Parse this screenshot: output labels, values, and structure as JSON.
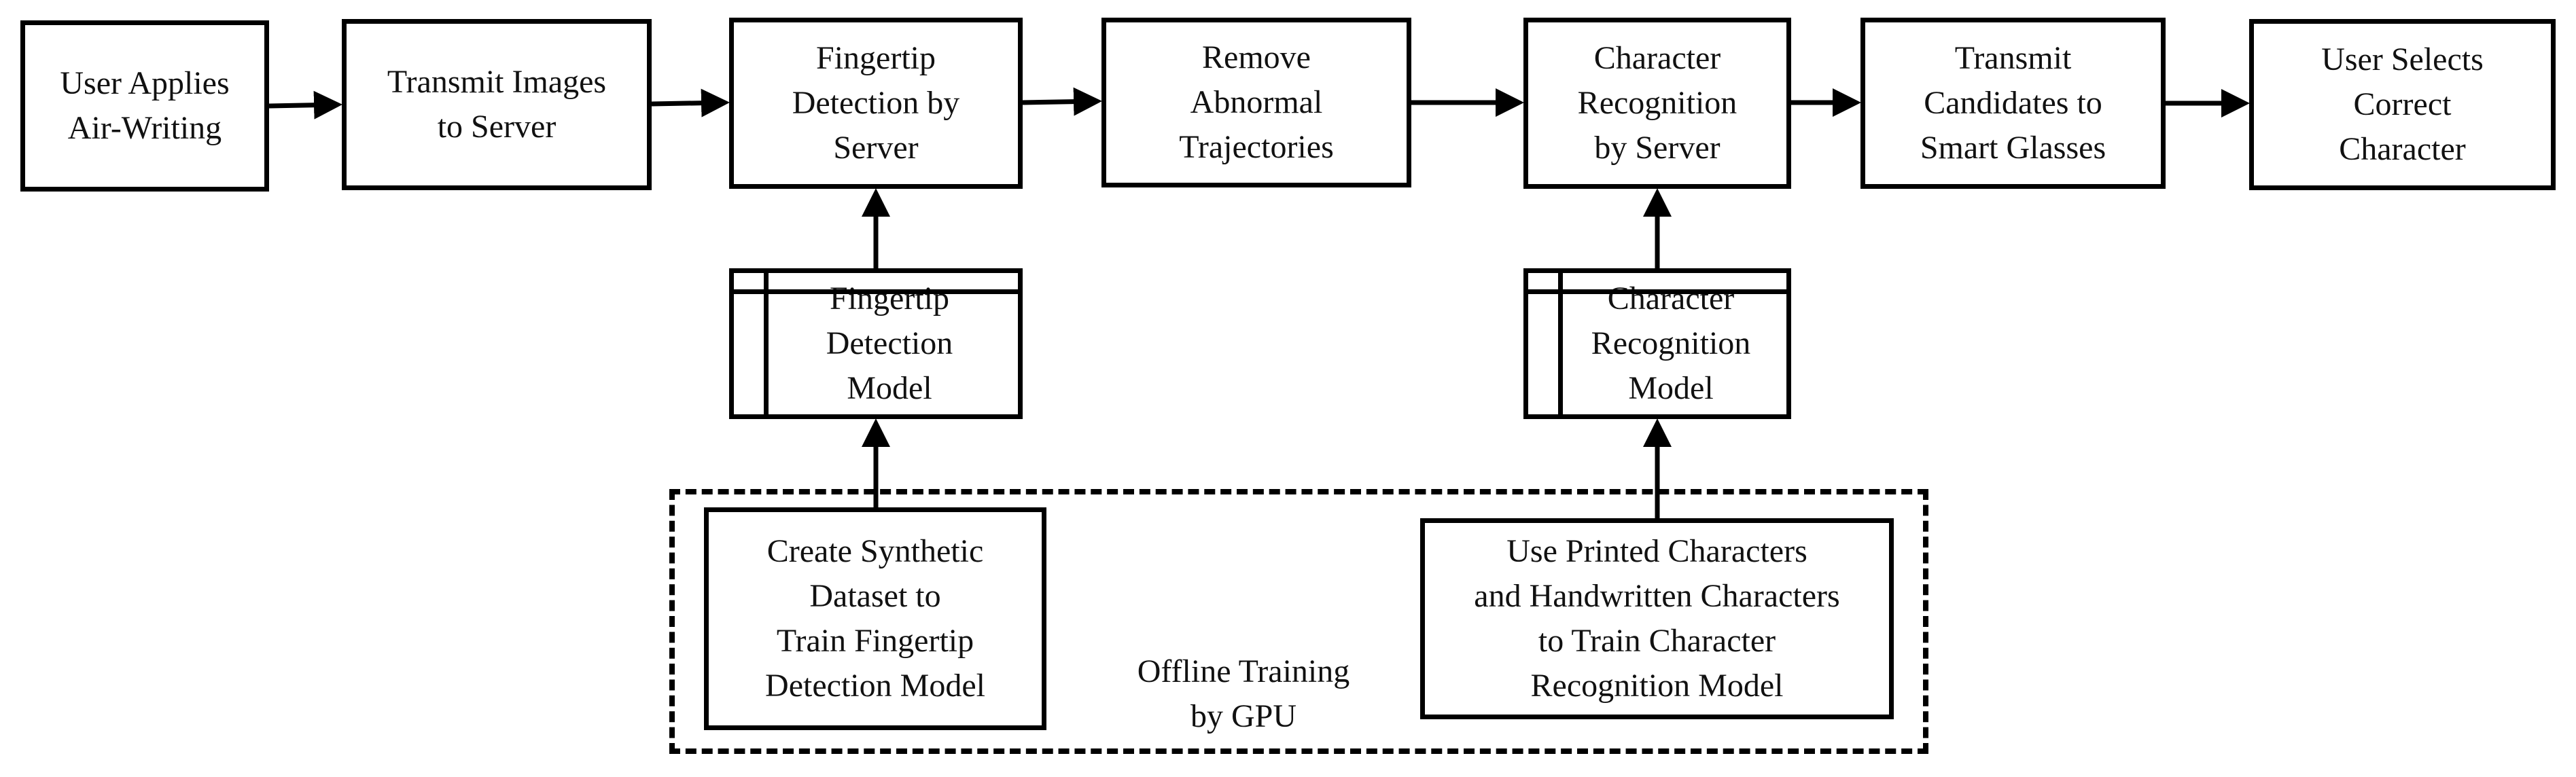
{
  "colors": {
    "stroke": "#000000",
    "background": "#ffffff",
    "text": "#111111"
  },
  "flow": [
    {
      "id": "apply",
      "label": "User Applies\nAir-Writing"
    },
    {
      "id": "transmit",
      "label": "Transmit Images\nto Server"
    },
    {
      "id": "detect",
      "label": "Fingertip\nDetection by\nServer"
    },
    {
      "id": "remove",
      "label": "Remove\nAbnormal\nTrajectories"
    },
    {
      "id": "recognize",
      "label": "Character\nRecognition\nby Server"
    },
    {
      "id": "candidates",
      "label": "Transmit\nCandidates to\nSmart Glasses"
    },
    {
      "id": "select",
      "label": "User Selects\nCorrect\nCharacter"
    }
  ],
  "models": [
    {
      "id": "fingertip_model",
      "label": "Fingertip\nDetection\nModel",
      "feeds": "detect"
    },
    {
      "id": "character_model",
      "label": "Character\nRecognition\nModel",
      "feeds": "recognize"
    }
  ],
  "training": {
    "label": "Offline Training\nby GPU",
    "boxes": [
      {
        "id": "synthetic",
        "label": "Create Synthetic\nDataset to\nTrain Fingertip\nDetection Model",
        "feeds": "fingertip_model"
      },
      {
        "id": "printed",
        "label": "Use Printed Characters\nand Handwritten Characters\nto Train Character\nRecognition Model",
        "feeds": "character_model"
      }
    ]
  }
}
